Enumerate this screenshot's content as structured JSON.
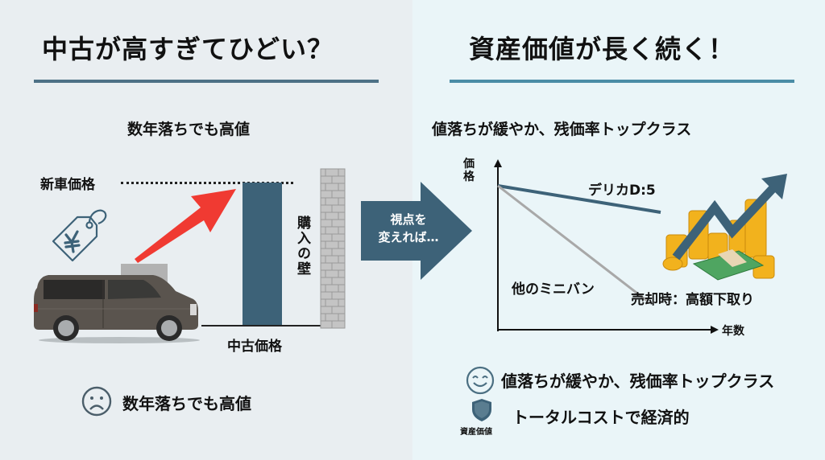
{
  "colors": {
    "left_bg": "#e9eef1",
    "right_bg": "#eaf5f8",
    "dark_blue": "#3d6278",
    "rule_left": "#4d7186",
    "rule_right": "#4a8ca6",
    "red_arrow": "#f03a32",
    "brick": "#b8b8b8",
    "grey_line": "#a8a8a8",
    "text": "#111111"
  },
  "left": {
    "title": "中古が高すぎてひどい？",
    "subtitle": "数年落ちでも高値",
    "new_price_label": "新車価格",
    "used_price_label": "中古価格",
    "wall_label": "購入の壁",
    "tag_icon": "yen-price-tag-icon",
    "bottom_note": {
      "icon": "sad-face-icon",
      "text": "数年落ちでも高値"
    }
  },
  "center_arrow": {
    "line1": "視点を",
    "line2": "変えれば…"
  },
  "right": {
    "title": "資産価値が長く続く！",
    "subtitle": "値落ちが緩やか、残価率トップクラス",
    "graph": {
      "y_axis_label": "価格",
      "x_axis_label": "年数",
      "delica_label": "デリカD:5",
      "other_label": "他のミニバン",
      "sale_label": "売却時：高額下取り"
    },
    "bullets": [
      {
        "icon": "smile-face-icon",
        "text": "値落ちが緩やか、残価率トップクラス"
      },
      {
        "icon": "shield-icon",
        "icon_caption": "資産価値",
        "text": "トータルコストで経済的"
      }
    ]
  },
  "chart_data": {
    "type": "line",
    "title": "値落ちが緩やか、残価率トップクラス",
    "xlabel": "年数",
    "ylabel": "価格",
    "series": [
      {
        "name": "デリカD:5",
        "x": [
          0,
          1
        ],
        "values": [
          100,
          78
        ]
      },
      {
        "name": "他のミニバン",
        "x": [
          0,
          1
        ],
        "values": [
          100,
          10
        ]
      }
    ],
    "annotations": [
      "売却時：高額下取り"
    ],
    "grid": false
  }
}
